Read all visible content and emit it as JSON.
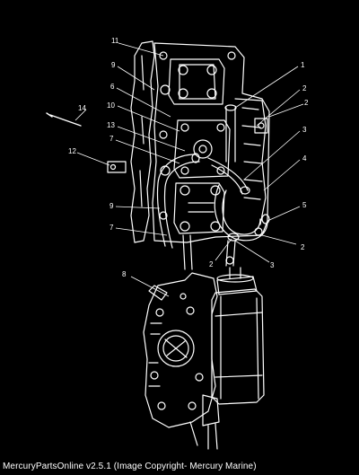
{
  "diagram": {
    "callouts": [
      {
        "id": "c11a",
        "label": "11"
      },
      {
        "id": "c9a",
        "label": "9"
      },
      {
        "id": "c6",
        "label": "6"
      },
      {
        "id": "c10",
        "label": "10"
      },
      {
        "id": "c13",
        "label": "13"
      },
      {
        "id": "c7a",
        "label": "7"
      },
      {
        "id": "c12",
        "label": "12"
      },
      {
        "id": "c9b",
        "label": "9"
      },
      {
        "id": "c7b",
        "label": "7"
      },
      {
        "id": "c14",
        "label": "14"
      },
      {
        "id": "c1",
        "label": "1"
      },
      {
        "id": "c2a",
        "label": "2"
      },
      {
        "id": "c2b",
        "label": "2"
      },
      {
        "id": "c3a",
        "label": "3"
      },
      {
        "id": "c4",
        "label": "4"
      },
      {
        "id": "c5",
        "label": "5"
      },
      {
        "id": "c2c",
        "label": "2"
      },
      {
        "id": "c2d",
        "label": "2"
      },
      {
        "id": "c3b",
        "label": "3"
      },
      {
        "id": "c8",
        "label": "8"
      }
    ]
  },
  "footer": {
    "text": "MercuryPartsOnline v2.5.1 (Image Copyright- Mercury Marine)"
  }
}
